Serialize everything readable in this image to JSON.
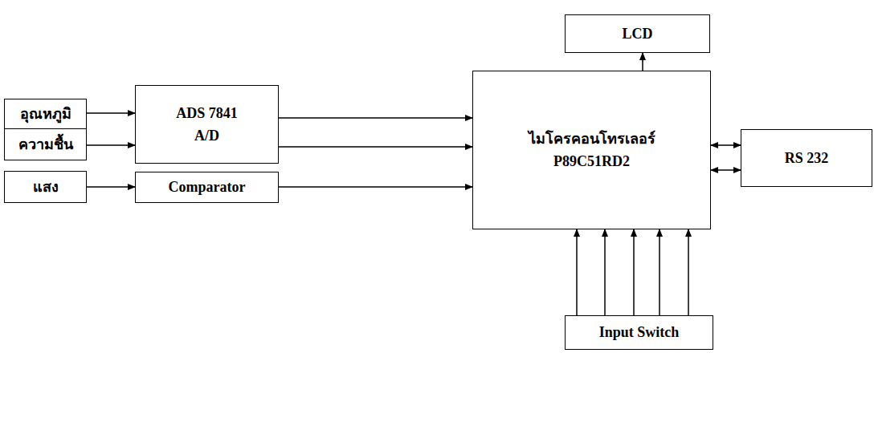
{
  "diagram": {
    "nodes": [
      {
        "text": [
          "อุณหภูมิ"
        ]
      },
      {
        "text": [
          "ความชื้น"
        ]
      },
      {
        "text": [
          "แสง"
        ]
      },
      {
        "text": [
          "ADS 7841",
          "A/D"
        ]
      },
      {
        "text": [
          "Comparator"
        ]
      },
      {
        "text": [
          "LCD"
        ]
      },
      {
        "text": [
          "ไมโครคอนโทรเลอร์",
          "P89C51RD2"
        ]
      },
      {
        "text": [
          "RS 232"
        ]
      },
      {
        "text": [
          "Input Switch"
        ]
      }
    ],
    "edges": [
      {
        "from": 0,
        "to": 3,
        "arrow": "to"
      },
      {
        "from": 1,
        "to": 3,
        "arrow": "to"
      },
      {
        "from": 2,
        "to": 4,
        "arrow": "to"
      },
      {
        "from": 3,
        "to": 6,
        "arrow": "to"
      },
      {
        "from": 3,
        "to": 6,
        "arrow": "to"
      },
      {
        "from": 4,
        "to": 6,
        "arrow": "to"
      },
      {
        "from": 6,
        "to": 5,
        "arrow": "to"
      },
      {
        "from": 6,
        "to": 7,
        "arrow": "both"
      },
      {
        "from": 6,
        "to": 7,
        "arrow": "both"
      },
      {
        "from": 8,
        "to": 6,
        "arrow": "to"
      },
      {
        "from": 8,
        "to": 6,
        "arrow": "to"
      },
      {
        "from": 8,
        "to": 6,
        "arrow": "to"
      },
      {
        "from": 8,
        "to": 6,
        "arrow": "to"
      },
      {
        "from": 8,
        "to": 6,
        "arrow": "to"
      }
    ]
  }
}
